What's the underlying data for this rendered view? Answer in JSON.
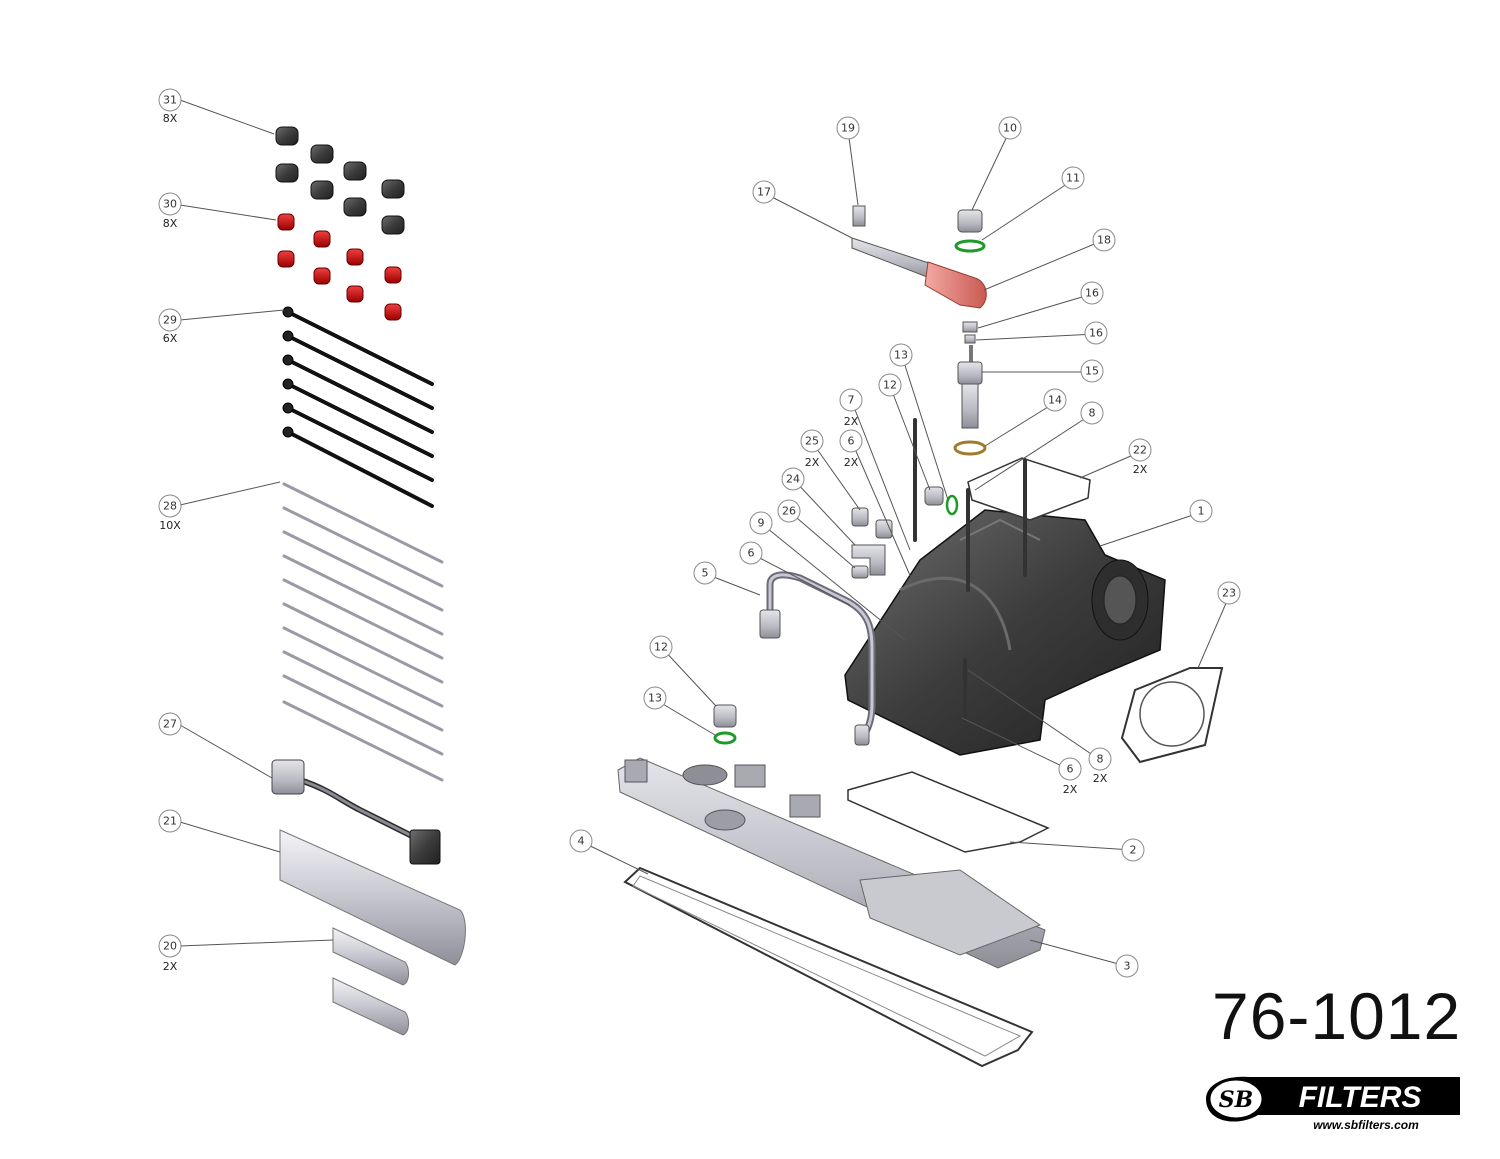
{
  "part_number": "76-1012",
  "brand": {
    "logo_mark": "SB",
    "name": "FILTERS",
    "website": "www.sbfilters.com"
  },
  "callouts": [
    {
      "id": "31",
      "qty": "8X"
    },
    {
      "id": "30",
      "qty": "8X"
    },
    {
      "id": "29",
      "qty": "6X"
    },
    {
      "id": "28",
      "qty": "10X"
    },
    {
      "id": "27",
      "qty": ""
    },
    {
      "id": "21",
      "qty": ""
    },
    {
      "id": "20",
      "qty": "2X"
    },
    {
      "id": "19",
      "qty": ""
    },
    {
      "id": "10",
      "qty": ""
    },
    {
      "id": "11",
      "qty": ""
    },
    {
      "id": "17",
      "qty": ""
    },
    {
      "id": "18",
      "qty": ""
    },
    {
      "id": "16",
      "qty": ""
    },
    {
      "id": "16",
      "qty": ""
    },
    {
      "id": "13",
      "qty": ""
    },
    {
      "id": "12",
      "qty": ""
    },
    {
      "id": "15",
      "qty": ""
    },
    {
      "id": "7",
      "qty": "2X"
    },
    {
      "id": "14",
      "qty": ""
    },
    {
      "id": "8",
      "qty": ""
    },
    {
      "id": "25",
      "qty": "2X"
    },
    {
      "id": "6",
      "qty": "2X"
    },
    {
      "id": "22",
      "qty": "2X"
    },
    {
      "id": "24",
      "qty": ""
    },
    {
      "id": "26",
      "qty": ""
    },
    {
      "id": "9",
      "qty": ""
    },
    {
      "id": "1",
      "qty": ""
    },
    {
      "id": "6",
      "qty": ""
    },
    {
      "id": "5",
      "qty": ""
    },
    {
      "id": "23",
      "qty": ""
    },
    {
      "id": "12",
      "qty": ""
    },
    {
      "id": "13",
      "qty": ""
    },
    {
      "id": "8",
      "qty": "2X"
    },
    {
      "id": "6",
      "qty": "2X"
    },
    {
      "id": "4",
      "qty": ""
    },
    {
      "id": "2",
      "qty": ""
    },
    {
      "id": "3",
      "qty": ""
    }
  ]
}
